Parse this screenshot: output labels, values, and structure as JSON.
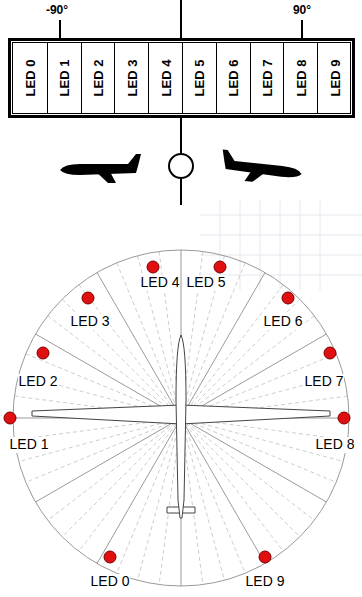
{
  "diagram": {
    "nodes": [
      {
        "text": [
          "LED 0"
        ]
      },
      {
        "text": [
          "LED 1"
        ]
      },
      {
        "text": [
          "LED 2"
        ]
      },
      {
        "text": [
          "LED 3"
        ]
      },
      {
        "text": [
          "LED 4"
        ]
      },
      {
        "text": [
          "LED 5"
        ]
      },
      {
        "text": [
          "LED 6"
        ]
      },
      {
        "text": [
          "LED 7"
        ]
      },
      {
        "text": [
          "LED 8"
        ]
      },
      {
        "text": [
          "LED 9"
        ]
      }
    ],
    "labels": [
      "-90°",
      "90°",
      "LED 4",
      "LED 5",
      "LED 3",
      "LED 6",
      "LED 2",
      "LED 7",
      "LED 1",
      "LED 8",
      "LED 0",
      "LED 9"
    ]
  }
}
